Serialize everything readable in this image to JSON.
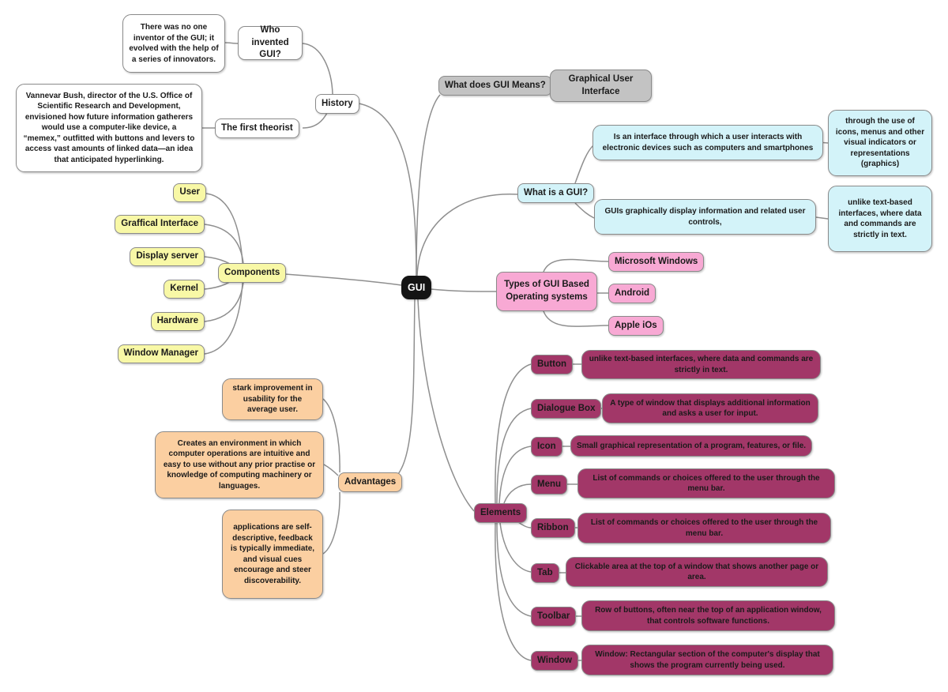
{
  "gui": {
    "label": "GUI"
  },
  "history": {
    "label": "History",
    "who_invented": {
      "label": "Who invented GUI?",
      "detail": "There was no one inventor of the GUI; it evolved with the help of a series of innovators."
    },
    "first_theorist": {
      "label": "The first theorist",
      "detail": "Vannevar Bush, director of the U.S. Office of Scientific Research and Development, envisioned how future information gatherers would use a computer-like device, a “memex,” outfitted with buttons and levers to access vast amounts of linked data—an idea that anticipated hyperlinking."
    }
  },
  "meaning": {
    "question": "What does GUI Means?",
    "answer": "Graphical User Interface"
  },
  "definition": {
    "label": "What is a GUI?",
    "points": [
      {
        "summary": "Is an interface through which a user interacts with electronic devices such as computers and smartphones",
        "detail": "through the use of icons, menus and other visual indicators or representations (graphics)"
      },
      {
        "summary": "GUIs graphically display information and related user controls,",
        "detail": "unlike text-based interfaces, where data and commands are strictly in text."
      }
    ]
  },
  "components": {
    "label": "Components",
    "items": [
      "User",
      "Graffical Interface",
      "Display server",
      "Kernel",
      "Hardware",
      "Window Manager"
    ]
  },
  "types": {
    "label": "Types of GUI Based Operating systems",
    "items": [
      "Microsoft Windows",
      "Android",
      "Apple iOs"
    ]
  },
  "advantages": {
    "label": "Advantages",
    "items": [
      "stark improvement in usability for the average user.",
      "Creates an environment in which computer operations are intuitive and easy to use without any prior practise or knowledge of computing machinery or languages.",
      "applications are self-descriptive, feedback is typically immediate, and visual cues encourage and steer discoverability."
    ]
  },
  "elements": {
    "label": "Elements",
    "items": [
      {
        "label": "Button",
        "description": "unlike text-based interfaces, where data and commands are strictly in text."
      },
      {
        "label": "Dialogue Box",
        "description": "A type of window that displays additional information and asks a user for input."
      },
      {
        "label": "Icon",
        "description": "Small graphical representation of a program, features, or file."
      },
      {
        "label": "Menu",
        "description": "List of commands or choices offered to the user through the menu bar."
      },
      {
        "label": "Ribbon",
        "description": "List of commands or choices offered to the user through the menu bar."
      },
      {
        "label": "Tab",
        "description": "Clickable area at the top of a window that shows another page or area."
      },
      {
        "label": "Toolbar",
        "description": "Row of buttons, often near the top of an application window, that controls software functions."
      },
      {
        "label": "Window",
        "description": "Window: Rectangular section of the computer's display that shows the program currently being used."
      }
    ]
  },
  "colors": {
    "center_node": "#141414",
    "history_branch": "#ffffff",
    "meaning_branch": "#c3c3c3",
    "definition_branch": "#d3f3f9",
    "components_branch": "#f8f8a6",
    "types_branch": "#f8a9d4",
    "advantages_branch": "#fbcfa1",
    "elements_branch": "#a23768",
    "connector": "#8f8f8f"
  }
}
